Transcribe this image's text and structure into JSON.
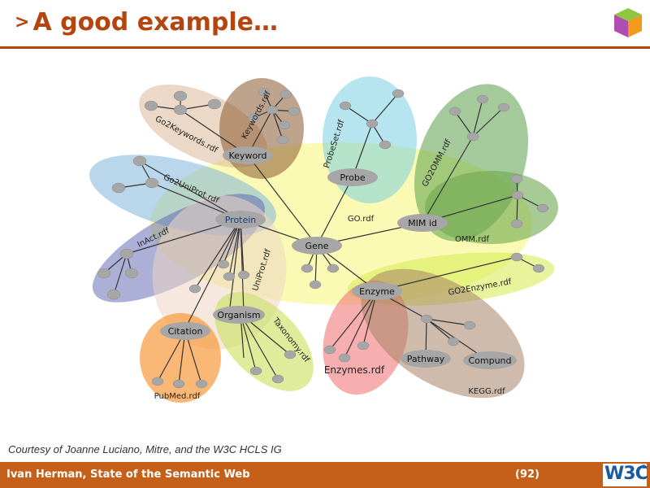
{
  "slide": {
    "title_marker": ">",
    "title": "A good example…",
    "credit": "Courtesy of Joanne Luciano, Mitre, and the W3C HCLS IG",
    "footer_text": "Ivan Herman, State of the Semantic Web",
    "page_number": "(92)",
    "footer_logo": "W3C",
    "logo_icon": "semantic-web-cube-icon"
  },
  "diagram": {
    "nodes": {
      "keyword": "Keyword",
      "protein": "Protein",
      "gene": "Gene",
      "probe": "Probe",
      "mim": "MIM id",
      "enzyme": "Enzyme",
      "organism": "Organism",
      "citation": "Citation",
      "pathway": "Pathway",
      "compound": "Compund"
    },
    "regions": {
      "go2keywords": "Go2Keywords.rdf",
      "keywords": "Keywords.rdf",
      "probeset": "ProbeSet.rdf",
      "go2omm": "GO2OMM.rdf",
      "go2uniprot": "Go2UniProt.rdf",
      "inact": "InAct.rdf",
      "uniprot": "UniProt.rdf",
      "go": "GO.rdf",
      "omm": "OMM.rdf",
      "go2enzyme": "GO2Enzyme.rdf",
      "taxonomy": "Taxonomy.rdf",
      "enzymes": "Enzymes.rdf",
      "kegg": "KEGG.rdf",
      "pubmed": "PubMed.rdf"
    },
    "colors": {
      "accent": "#b5440e",
      "footer": "#c5601a",
      "node_fill": "#a6a6a6",
      "edge": "#333333"
    }
  }
}
